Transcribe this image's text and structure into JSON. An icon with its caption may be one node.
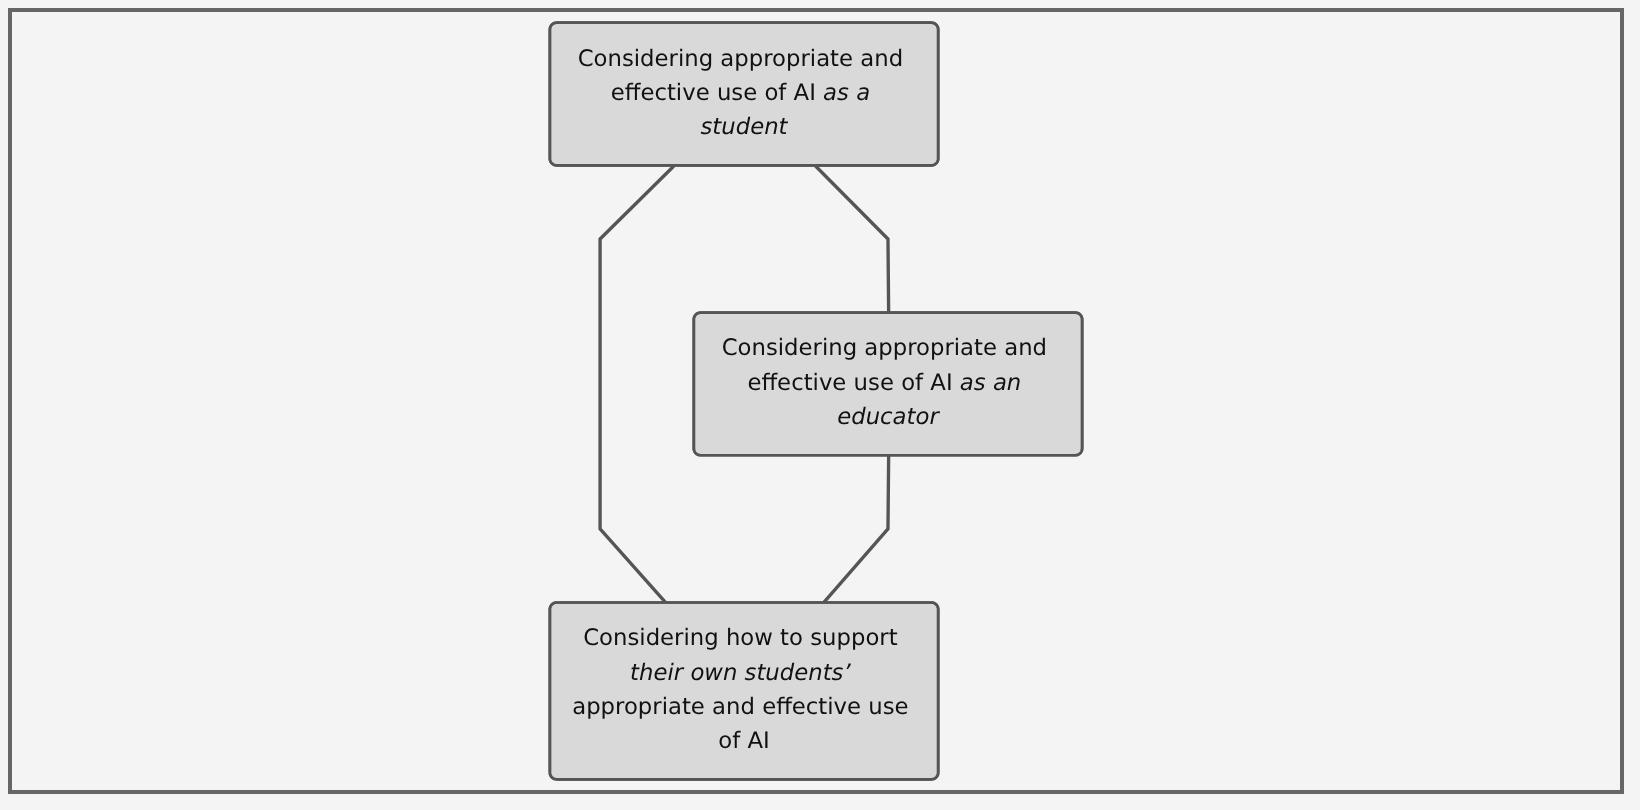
{
  "diagram": {
    "nodes": [
      {
        "text": [
          "Considering appropriate and effective use of AI *as a student*"
        ]
      },
      {
        "text": [
          "Considering appropriate and effective use of AI *as an educator*"
        ]
      },
      {
        "text": [
          "Considering how to support *their own students’* appropriate and effective use of AI"
        ]
      }
    ],
    "edges": [
      {
        "from": 0,
        "to": 1,
        "arrow": "none"
      },
      {
        "from": 0,
        "to": 2,
        "arrow": "none"
      },
      {
        "from": 1,
        "to": 2,
        "arrow": "none"
      }
    ]
  }
}
